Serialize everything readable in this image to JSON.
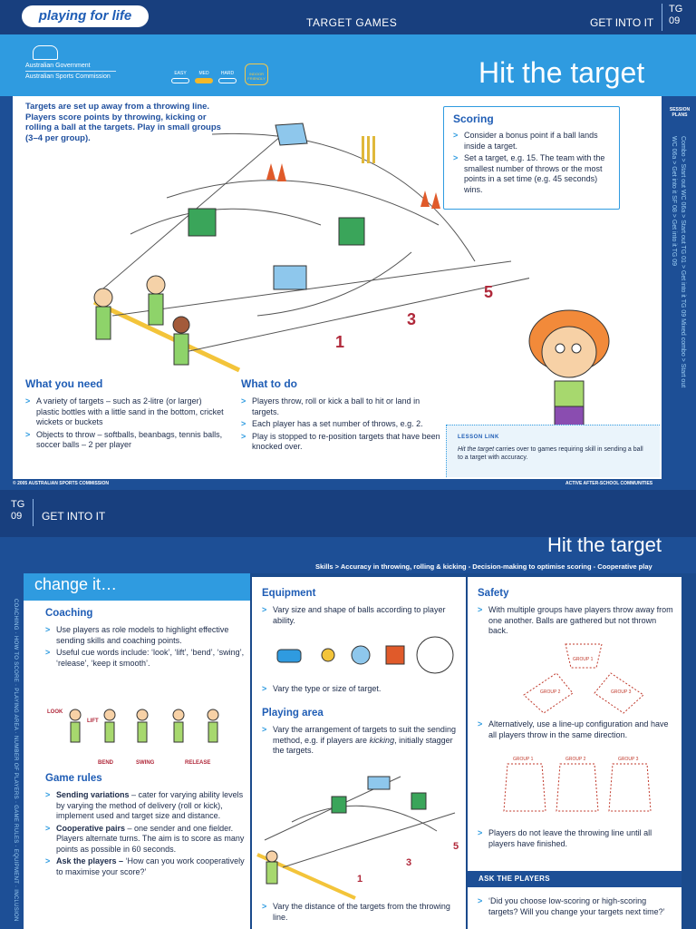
{
  "header": {
    "logo": "playing for life",
    "section": "TARGET GAMES",
    "get_into_it": "GET INTO IT",
    "code_line1": "TG",
    "code_line2": "09",
    "gov_line1": "Australian Government",
    "gov_line2": "Australian Sports Commission",
    "levels": [
      "EASY",
      "MED",
      "HARD"
    ],
    "badge": "INDOOR FRIENDLY",
    "title": "Hit the target"
  },
  "sidebar": {
    "session_plans": "SESSION PLANS",
    "links": "Combo > Start out WC 06a > Start out TG 01 > Get into it TG 09 Mixed combo > Start out WC 06a > Get into it SF 08 > Get into it TG 09"
  },
  "intro": "Targets are set up away from a throwing line. Players score points by throwing, kicking or rolling a ball at the targets. Play in small groups (3–4 per group).",
  "diagram_numbers": [
    "1",
    "3",
    "5"
  ],
  "scoring": {
    "heading": "Scoring",
    "items": [
      "Consider a bonus point if a ball lands inside a target.",
      "Set a target, e.g. 15. The team with the smallest number of throws or the most points in a set time (e.g. 45 seconds) wins."
    ]
  },
  "what_you_need": {
    "heading": "What you need",
    "items": [
      "A variety of targets – such as 2-litre (or larger) plastic bottles with a little sand in the bottom, cricket wickets or buckets",
      "Objects to throw – softballs, beanbags, tennis balls, soccer balls – 2 per player"
    ]
  },
  "what_to_do": {
    "heading": "What to do",
    "items": [
      "Players throw, roll or kick a ball to hit or land in targets.",
      "Each player has a set number of throws, e.g. 2.",
      "Play is stopped to re-position targets that have been knocked over."
    ]
  },
  "lesson_link": {
    "heading": "LESSON LINK",
    "text_italic": "Hit the target",
    "text_rest": " carries over to games requiring skill in sending a ball to a target with accuracy."
  },
  "footer": {
    "copyright": "© 2005 AUSTRALIAN SPORTS COMMISSION",
    "right": "ACTIVE AFTER-SCHOOL COMMUNITIES"
  },
  "page2": {
    "code_line1": "TG",
    "code_line2": "09",
    "get_into_it": "GET INTO IT",
    "title": "Hit the target",
    "skills": "Skills > Accuracy in throwing, rolling & kicking - Decision-making to optimise scoring - Cooperative play",
    "change_it": "change it…",
    "side_nav": "COACHING · HOW TO SCORE · PLAYING AREA · NUMBER OF PLAYERS · GAME RULES · EQUIPMENT · INCLUSION",
    "coaching": {
      "heading": "Coaching",
      "items": [
        "Use players as role models to highlight effective sending skills and coaching points.",
        "Useful cue words include: ‘look’, ‘lift’, ‘bend’, ‘swing’, ‘release’, ‘keep it smooth’."
      ],
      "cues": [
        "LOOK",
        "LIFT",
        "BEND",
        "SWING",
        "RELEASE"
      ]
    },
    "game_rules": {
      "heading": "Game rules",
      "items": [
        {
          "bold": "Sending variations",
          "rest": " – cater for varying ability levels by varying the method of delivery (roll or kick), implement used and target size and distance."
        },
        {
          "bold": "Cooperative pairs",
          "rest": " – one sender and one fielder. Players alternate turns. The aim is to score as many points as possible in 60 seconds."
        },
        {
          "bold": "Ask the players –",
          "rest": " ‘How can you work cooperatively to maximise your score?’"
        }
      ]
    },
    "equipment": {
      "heading": "Equipment",
      "item1": "Vary size and shape of balls according to player ability.",
      "item2": "Vary the type or size of target."
    },
    "playing_area": {
      "heading": "Playing area",
      "item1_start": "Vary the arrangement of targets to suit the sending method, e.g. if players are ",
      "item1_italic": "kicking",
      "item1_end": ", initially stagger the targets.",
      "numbers": [
        "1",
        "3",
        "5"
      ],
      "item2": "Vary the distance of the targets from the throwing line."
    },
    "safety": {
      "heading": "Safety",
      "item1": "With multiple groups have players throw away from one another. Balls are gathered but not thrown back.",
      "item2": "Alternatively, use a line-up configuration and have all players throw in the same direction.",
      "item3": "Players do not leave the throwing line until all players have finished.",
      "group_labels": [
        "GROUP 1",
        "GROUP 2",
        "GROUP 3"
      ]
    },
    "ask_the_players": {
      "heading": "ASK THE PLAYERS",
      "item": "‘Did you choose low-scoring or high-scoring targets? Will you change your targets next time?’"
    }
  },
  "colors": {
    "dark_blue": "#1d4f96",
    "light_blue": "#2f9be0",
    "accent_yellow": "#f3b82a"
  }
}
